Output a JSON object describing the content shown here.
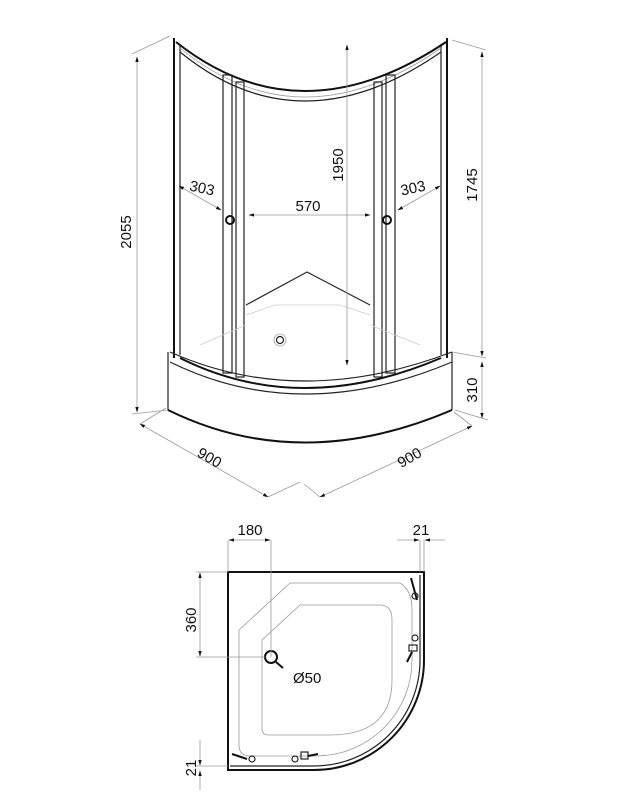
{
  "front_view": {
    "total_height": "2055",
    "door_height": "1950",
    "glass_height": "1745",
    "tray_height": "310",
    "side_panel_left": "303",
    "side_panel_right": "303",
    "door_opening": "570",
    "width_left": "900",
    "width_right": "900"
  },
  "plan_view": {
    "drain_offset_x": "180",
    "profile_top": "21",
    "drain_offset_y": "360",
    "drain_diameter": "Ø50",
    "profile_bottom": "21"
  }
}
